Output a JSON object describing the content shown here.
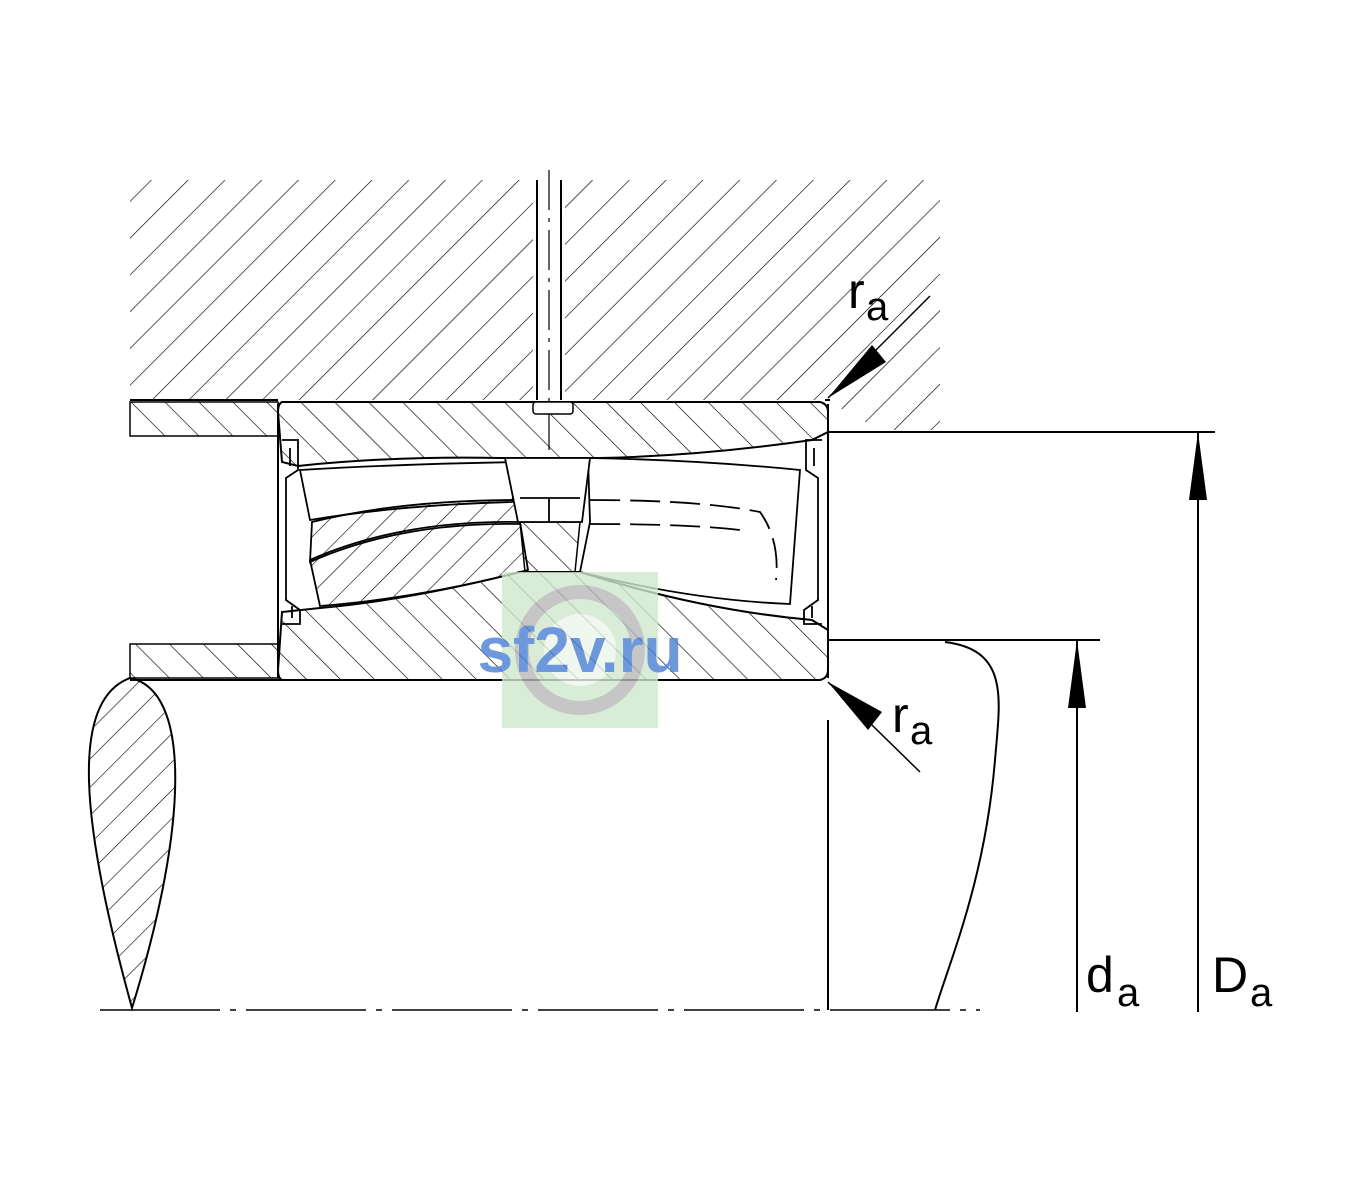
{
  "labels": {
    "ra_top": {
      "main": "r",
      "sub": "a"
    },
    "ra_bottom": {
      "main": "r",
      "sub": "a"
    },
    "da": {
      "main": "d",
      "sub": "a"
    },
    "Da": {
      "main": "D",
      "sub": "a"
    }
  },
  "watermark": {
    "text": "sf2v.ru",
    "text_color": "#4a7fd4",
    "panel_color": "#cfe8cf",
    "ring_color": "#b8b8b8"
  },
  "colors": {
    "line": "#000000",
    "background": "#ffffff"
  }
}
